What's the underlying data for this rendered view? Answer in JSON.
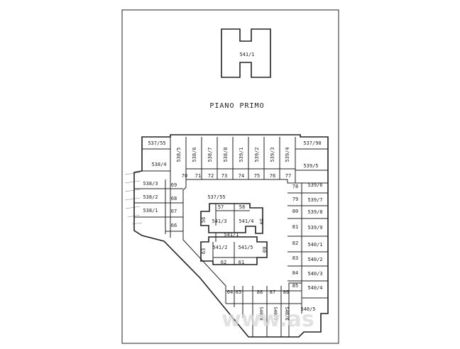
{
  "title": "PIANO PRIMO",
  "h_building": {
    "label": "541/1"
  },
  "outer_parcels": [
    "537/55",
    "538/5",
    "538/6",
    "538/7",
    "538/8",
    "539/1",
    "539/2",
    "539/3",
    "539/4",
    "537/90",
    "538/4",
    "539/5",
    "538/3",
    "539/6",
    "538/2",
    "539/7",
    "538/1",
    "539/8",
    "539/9",
    "540/1",
    "540/2",
    "540/3",
    "540/4",
    "540/5",
    "540/6",
    "540/7",
    "540/8"
  ],
  "garage_numbers": [
    "70",
    "71",
    "72",
    "73",
    "74",
    "75",
    "76",
    "77",
    "69",
    "68",
    "67",
    "66",
    "78",
    "79",
    "80",
    "81",
    "82",
    "83",
    "84",
    "85",
    "86",
    "87",
    "88",
    "65",
    "64"
  ],
  "courtyard": {
    "label": "537/55",
    "block_labels": [
      "541/3",
      "541/4",
      "541/1",
      "541/2",
      "541/5"
    ],
    "block_numbers": [
      "57",
      "58",
      "56",
      "59",
      "63",
      "60",
      "62",
      "61"
    ]
  },
  "watermark": "www.as"
}
